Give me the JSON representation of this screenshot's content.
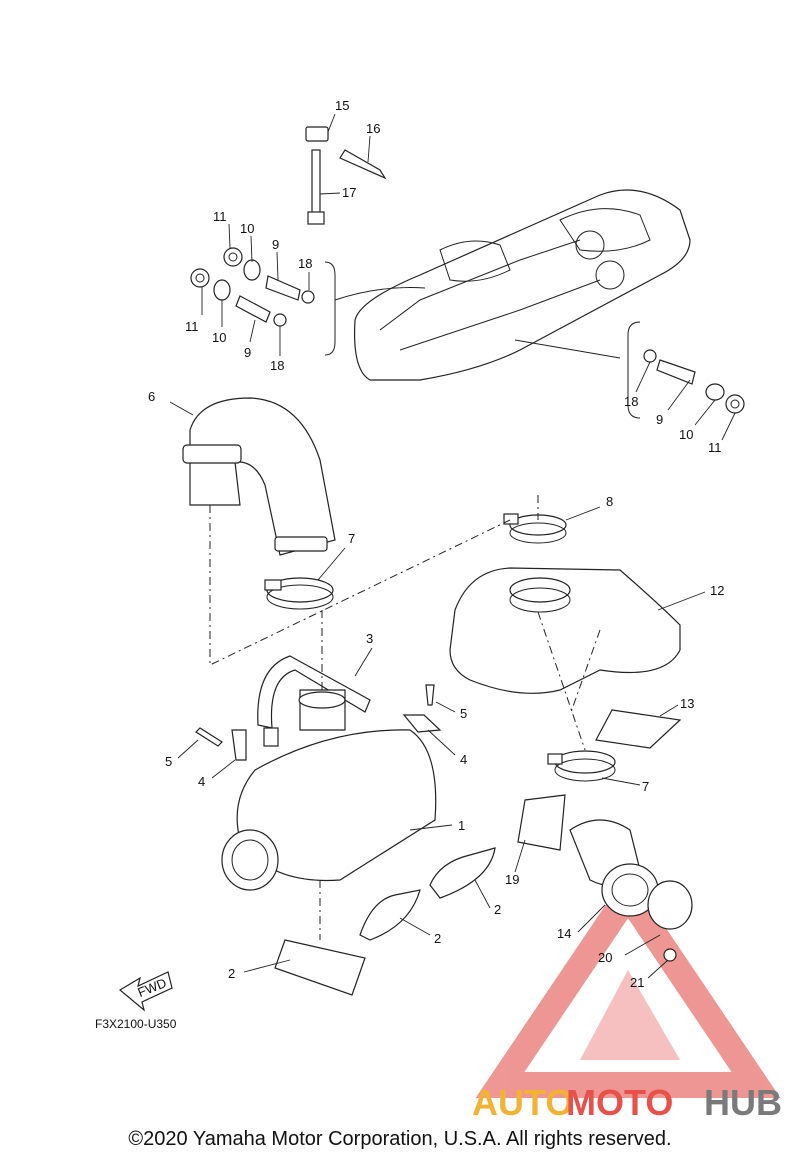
{
  "diagram": {
    "code": "F3X2100-U350",
    "fwd_label": "FWD",
    "callouts": {
      "c1": "1",
      "c2a": "2",
      "c2b": "2",
      "c2c": "2",
      "c3": "3",
      "c4a": "4",
      "c4b": "4",
      "c5a": "5",
      "c5b": "5",
      "c6": "6",
      "c7a": "7",
      "c7b": "7",
      "c8": "8",
      "c9a": "9",
      "c9b": "9",
      "c9c": "9",
      "c10a": "10",
      "c10b": "10",
      "c10c": "10",
      "c11a": "11",
      "c11b": "11",
      "c11c": "11",
      "c12": "12",
      "c13": "13",
      "c14": "14",
      "c15": "15",
      "c16": "16",
      "c17": "17",
      "c18a": "18",
      "c18b": "18",
      "c18c": "18",
      "c19": "19",
      "c20": "20",
      "c21": "21"
    }
  },
  "watermark": {
    "brand_auto": "AUTO",
    "brand_moto": "MOTO",
    "brand_hub": "HUB",
    "colors": {
      "triangle": "#e0413c",
      "auto": "#f2b233",
      "moto": "#e8504a",
      "hub": "#7a7a7a"
    }
  },
  "footer": {
    "copyright": "©2020 Yamaha Motor Corporation, U.S.A. All rights reserved."
  }
}
